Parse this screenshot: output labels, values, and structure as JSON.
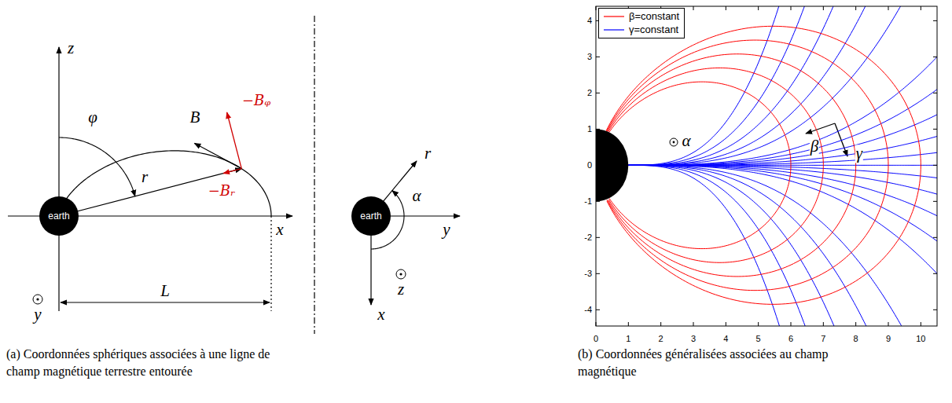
{
  "diagram": {
    "nodes": [
      {
        "text": [
          "earth"
        ]
      },
      {
        "text": [
          "earth"
        ]
      }
    ],
    "labels": [
      "z",
      "φ",
      "B",
      "−Bᵩ",
      "r",
      "−Bᵣ",
      "x",
      "y",
      "L",
      "r",
      "α",
      "y",
      "x",
      "z",
      "(a) Coordonnées sphériques associées à une ligne de champ magnétique terrestre entourée",
      "(b) Coordonnées généralisées associées au champ magnétique",
      "α",
      "β",
      "γ",
      "4",
      "3",
      "2",
      "1",
      "0",
      "-1",
      "-2",
      "-3",
      "-4",
      "0",
      "1",
      "2",
      "3",
      "4",
      "5",
      "6",
      "7",
      "8",
      "9",
      "10"
    ],
    "legend": [
      {
        "text": "β=constant"
      },
      {
        "text": "γ=constant"
      }
    ]
  }
}
